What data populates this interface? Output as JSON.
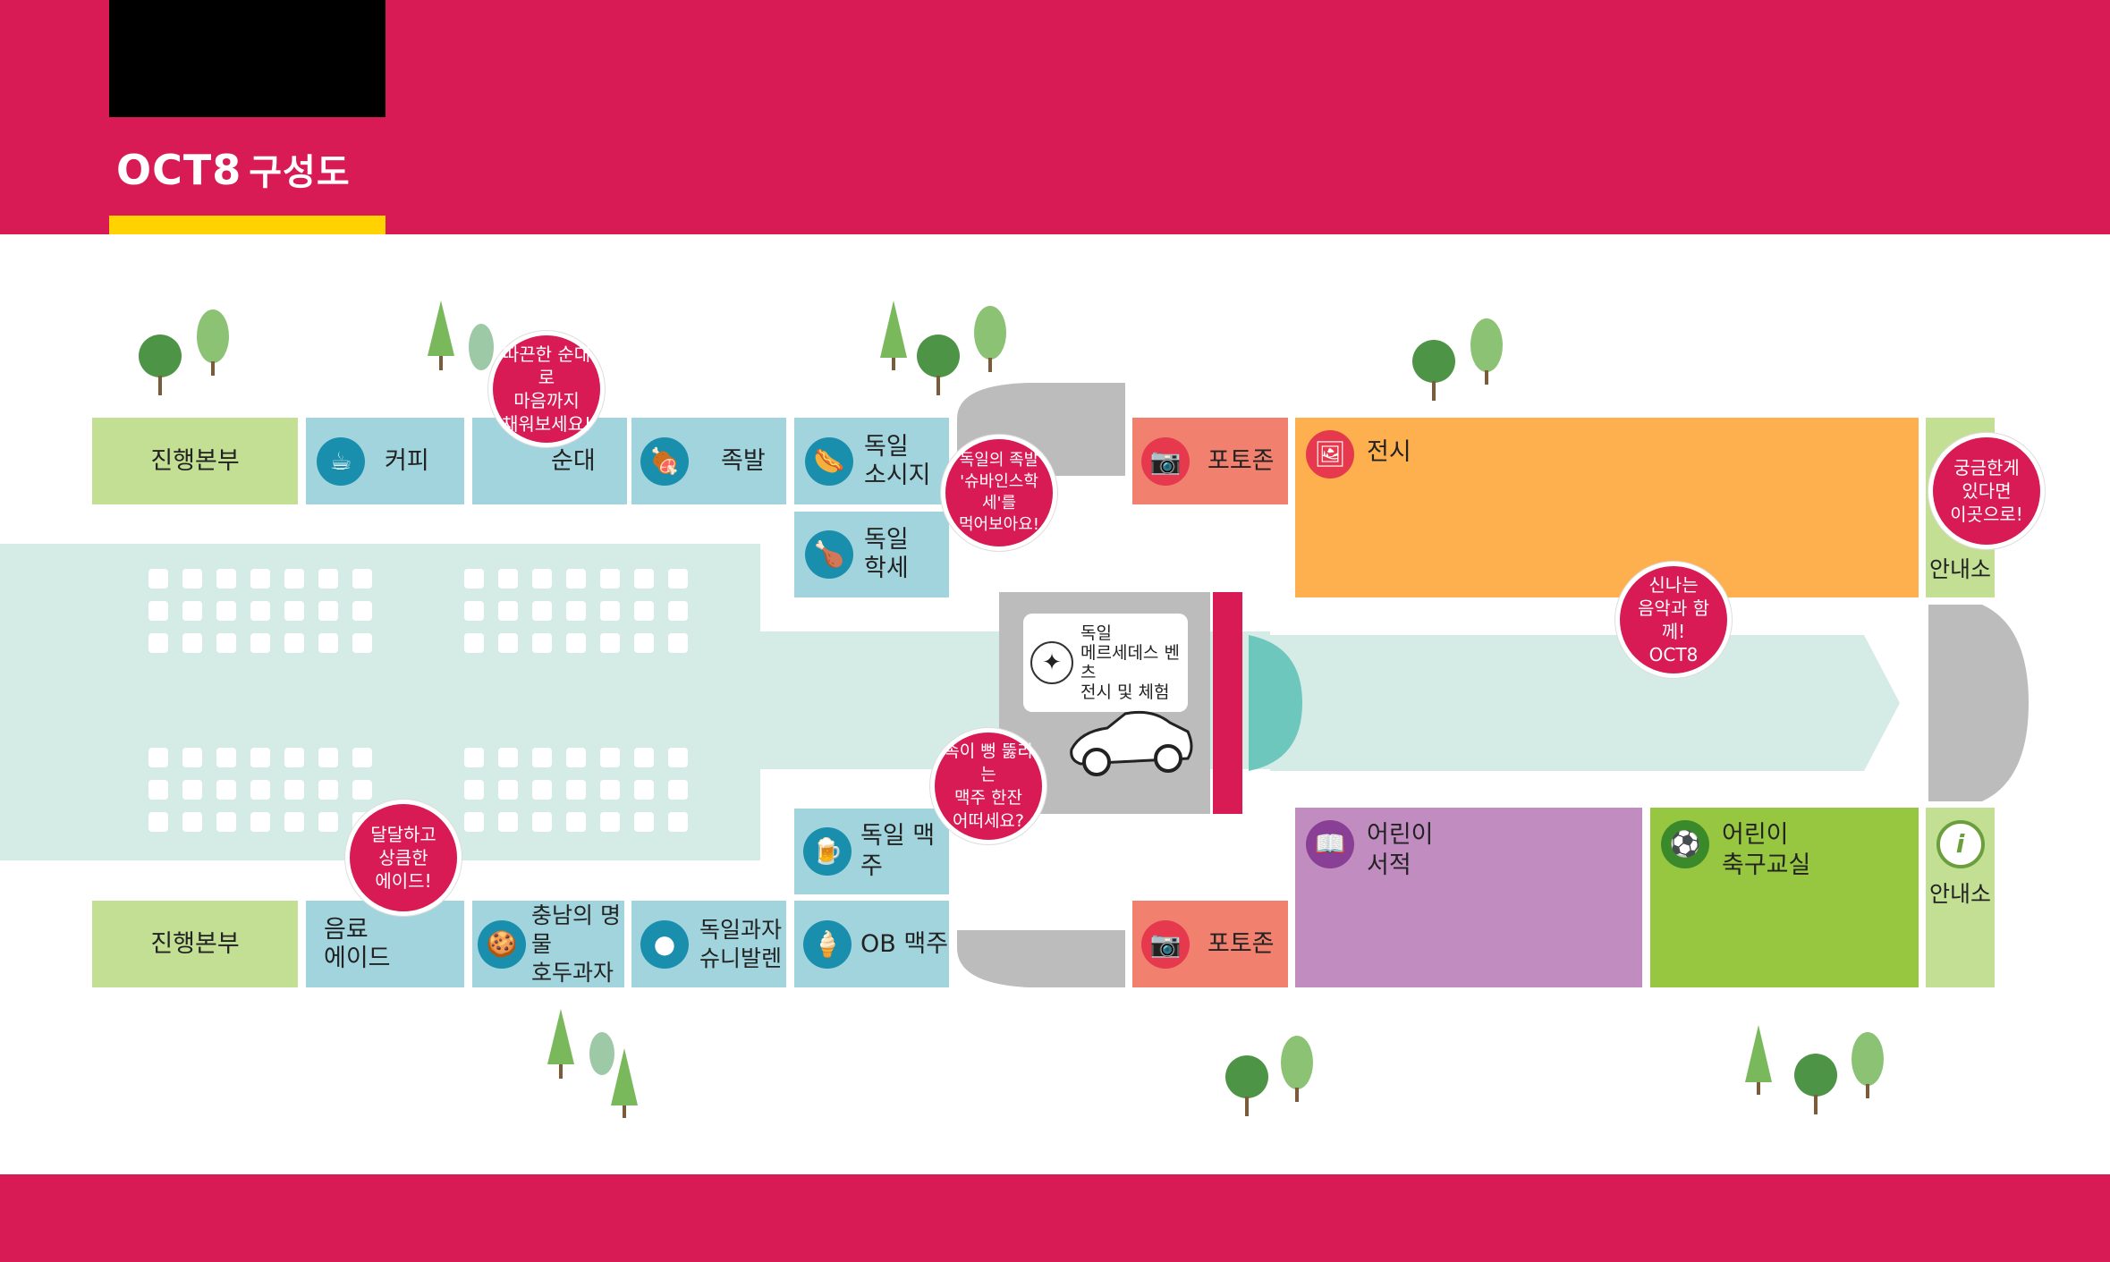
{
  "header": {
    "logo": "OCT8",
    "title": "구성도"
  },
  "booths": {
    "hq_top": "진행본부",
    "coffee": "커피",
    "sundae": "순대",
    "jokbal": "족발",
    "sausage": [
      "독일",
      "소시지"
    ],
    "haxe": [
      "독일",
      "학세"
    ],
    "photozone_top": "포토존",
    "exhibition": "전시",
    "info_top": "안내소",
    "benz": [
      "독일",
      "메르세데스 벤츠",
      "전시 및 체험"
    ],
    "hq_bottom": "진행본부",
    "drink": [
      "음료",
      "에이드"
    ],
    "walnut": [
      "충남의 명물",
      "호두과자"
    ],
    "schneeballen": [
      "독일과자",
      "슈니발렌"
    ],
    "german_beer": "독일 맥주",
    "ob_beer": "OB 맥주",
    "photozone_bottom": "포토존",
    "kids_books": [
      "어린이",
      "서적"
    ],
    "kids_soccer": [
      "어린이",
      "축구교실"
    ],
    "info_bottom": "안내소"
  },
  "bubbles": {
    "sundae": [
      "따끈한 순대로",
      "마음까지",
      "채워보세요!"
    ],
    "haxe": [
      "독일의 족발",
      "'슈바인스학세'를",
      "먹어보아요!"
    ],
    "info": [
      "궁금한게",
      "있다면",
      "이곳으로!"
    ],
    "music": [
      "신나는",
      "음악과 함께!",
      "OCT8"
    ],
    "beer": [
      "속이 뻥 뚫리는",
      "맥주 한잔",
      "어떠세요?"
    ],
    "ade": [
      "달달하고",
      "상큼한",
      "에이드!"
    ]
  },
  "icons": {
    "coffee": "cup-icon",
    "sundae": "sundae-icon",
    "jokbal": "jokbal-icon",
    "sausage": "sausage-icon",
    "haxe": "haxe-icon",
    "camera": "camera-icon",
    "exhibition": "picture-icon",
    "benz": "mercedes-logo-icon",
    "beer": "beer-mug-icon",
    "ob": "ob-beer-icon",
    "walnut": "walnut-cookie-icon",
    "schnee": "schneeballen-icon",
    "books": "book-icon",
    "soccer": "soccer-ball-icon",
    "info": "info-icon"
  },
  "colors": {
    "brand": "#d81b55",
    "accent": "#ffd200",
    "booth_blue": "#a1d4dd",
    "booth_green": "#c3df94",
    "photozone": "#f1806f",
    "exhibition": "#fdb04d",
    "kids_books": "#c18dc1",
    "kids_soccer": "#97c741",
    "path": "#d5ebe6",
    "gray_area": "#bcbcbc"
  }
}
